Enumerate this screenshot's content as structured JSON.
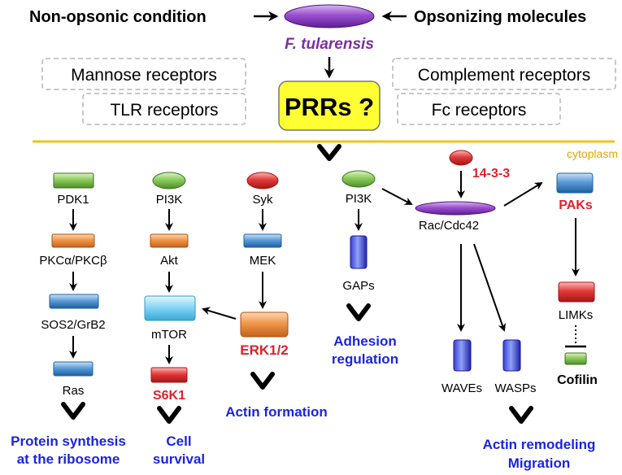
{
  "header": {
    "left_condition": "Non-opsonic condition",
    "right_condition": "Opsonizing molecules",
    "pathogen": "F. tularensis"
  },
  "receptors": {
    "mannose": "Mannose receptors",
    "tlr": "TLR receptors",
    "complement": "Complement receptors",
    "fc": "Fc receptors",
    "prrs": "PRRs ?"
  },
  "membrane": {
    "label": "cytoplasm"
  },
  "pathway1": {
    "pdk1": "PDK1",
    "pkc": "PKCα/PKCβ",
    "sos2": "SOS2/GrB2",
    "ras": "Ras",
    "outcome_line1": "Protein synthesis",
    "outcome_line2": "at the ribosome"
  },
  "pathway2": {
    "pi3k": "PI3K",
    "akt": "Akt",
    "mtor": "mTOR",
    "s6k1": "S6K1",
    "outcome_line1": "Cell",
    "outcome_line2": "survival"
  },
  "pathway3": {
    "syk": "Syk",
    "mek": "MEK",
    "erk": "ERK1/2",
    "outcome": "Actin formation"
  },
  "pathway4": {
    "pi3k": "PI3K",
    "gaps": "GAPs",
    "outcome_line1": "Adhesion",
    "outcome_line2": "regulation"
  },
  "pathway5": {
    "p14": "14-3-3",
    "rac": "Rac/Cdc42",
    "waves": "WAVEs",
    "wasps": "WASPs",
    "outcome_line1": "Actin remodeling",
    "outcome_line2": "Migration"
  },
  "pathway6": {
    "paks": "PAKs",
    "limks": "LIMKs",
    "cofilin": "Cofilin"
  },
  "colors": {
    "accent_blue": "#1a25e0",
    "accent_red": "#e0202a",
    "pathogen_purple": "#7b2fa8",
    "membrane_yellow": "#f2c318",
    "prrs_fill": "#ffff33"
  }
}
